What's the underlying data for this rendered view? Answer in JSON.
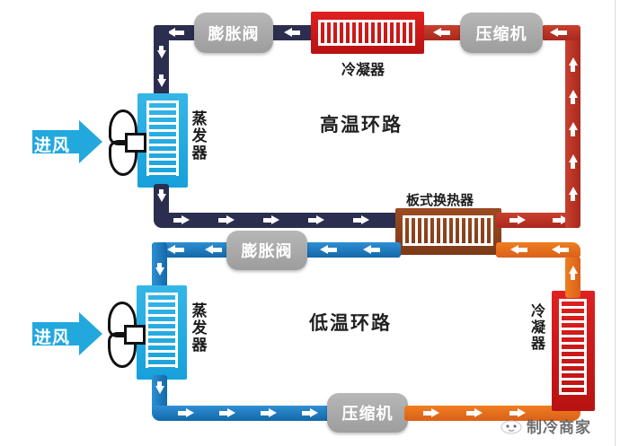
{
  "diagram": {
    "title_high_loop": "高温环路",
    "title_low_loop": "低温环路",
    "labels": {
      "expansion_valve_top": "膨胀阀",
      "expansion_valve_mid": "膨胀阀",
      "compressor_top": "压缩机",
      "compressor_bottom": "压缩机",
      "condenser_top": "冷凝器",
      "condenser_right": "冷凝器",
      "evaporator_top": "蒸发器",
      "evaporator_bottom": "蒸发器",
      "plate_heat_exchanger": "板式换热器",
      "air_inlet_top": "进风",
      "air_inlet_bottom": "进风"
    },
    "watermark": "制冷商家",
    "colors": {
      "hot_gas_pipe": "#c0392b",
      "liquid_pipe_high": "#2b2e4e",
      "cold_pipe_low": "#1d7fc4",
      "hot_pipe_low": "#e87722",
      "condenser": "#d81e1e",
      "evaporator": "#23a8dd",
      "plate_exchanger": "#8d421e",
      "valve_body": "#a9a9a9",
      "air_arrow": "#23a8dd"
    }
  }
}
